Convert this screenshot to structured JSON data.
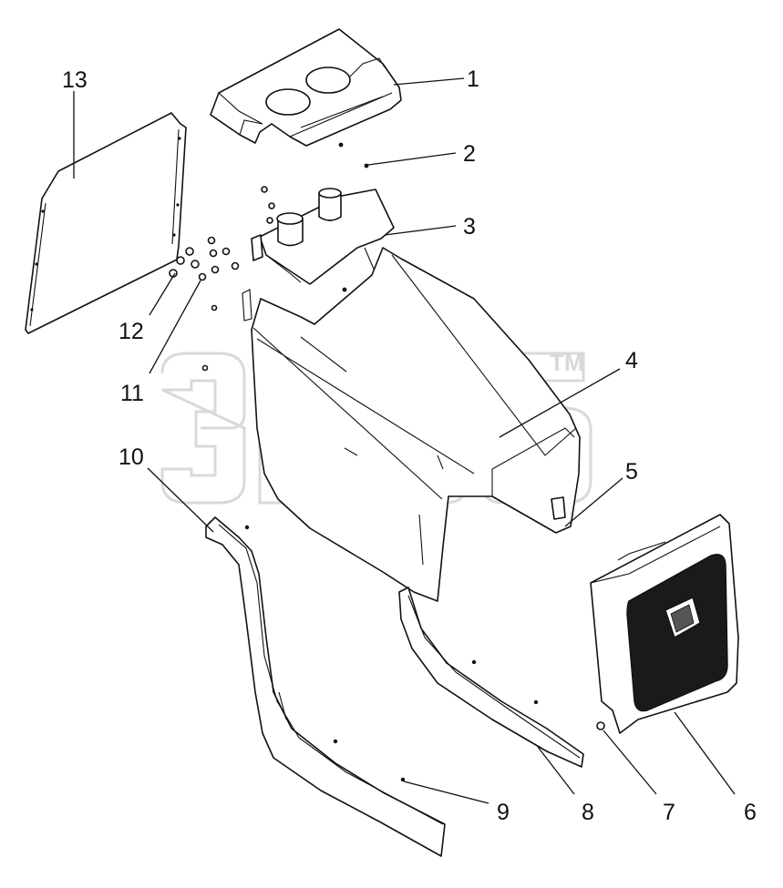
{
  "diagram": {
    "watermark_trademark": "TM",
    "watermark_logo": "эпсб",
    "callouts": [
      {
        "id": "1",
        "label": "1"
      },
      {
        "id": "2",
        "label": "2"
      },
      {
        "id": "3",
        "label": "3"
      },
      {
        "id": "4",
        "label": "4"
      },
      {
        "id": "5",
        "label": "5"
      },
      {
        "id": "6",
        "label": "6"
      },
      {
        "id": "7",
        "label": "7"
      },
      {
        "id": "8",
        "label": "8"
      },
      {
        "id": "9",
        "label": "9"
      },
      {
        "id": "10",
        "label": "10"
      },
      {
        "id": "11",
        "label": "11"
      },
      {
        "id": "12",
        "label": "12"
      },
      {
        "id": "13",
        "label": "13"
      }
    ]
  }
}
